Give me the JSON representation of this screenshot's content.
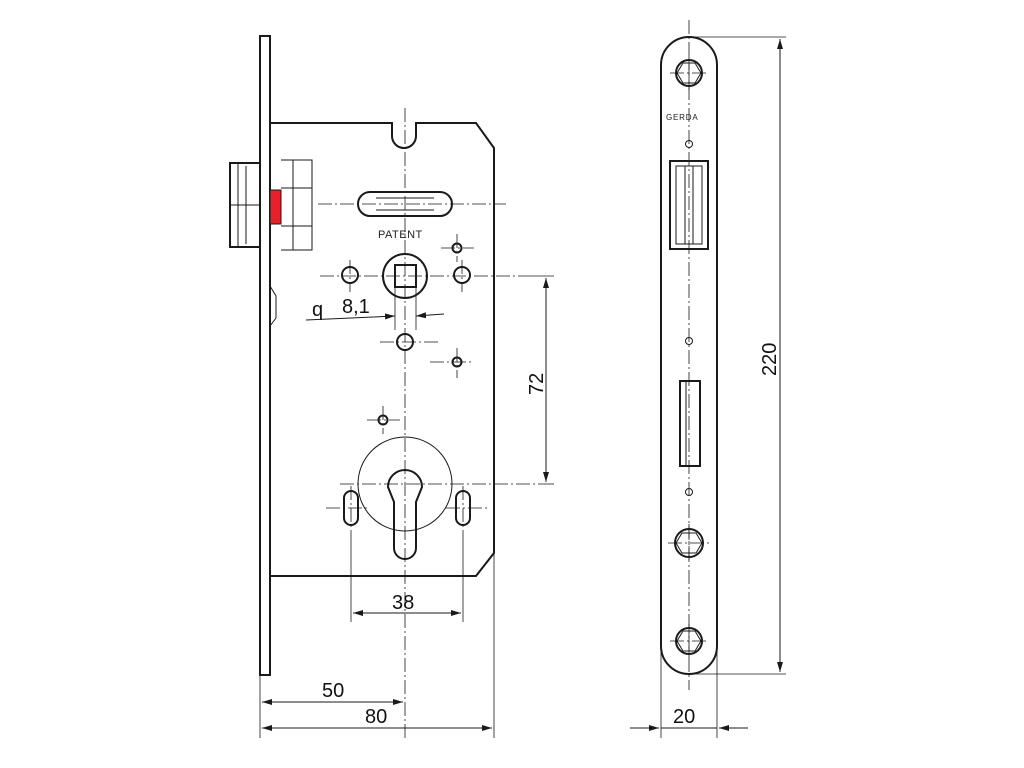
{
  "colors": {
    "line": "#1a1a1a",
    "latch_accent": "#e8202a",
    "background": "#ffffff"
  },
  "labels": {
    "patent": "PATENT",
    "brand": "GERDA"
  },
  "dimensions": {
    "spindle_square": {
      "symbol": "q",
      "value": "8,1"
    },
    "center_distance": "72",
    "cylinder_hole_width": "38",
    "backset": "50",
    "body_depth": "80",
    "faceplate_length": "220",
    "faceplate_width": "20"
  }
}
